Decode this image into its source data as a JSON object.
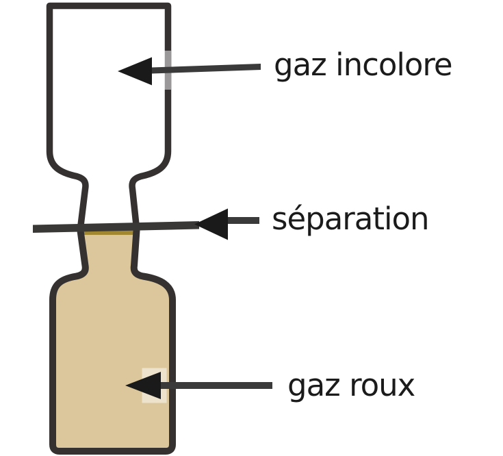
{
  "diagram": {
    "labels": {
      "upper_gas": "gaz incolore",
      "separation": "séparation",
      "lower_gas": "gaz roux"
    },
    "colors": {
      "background": "#ffffff",
      "outline": "#343130",
      "upper_flask_fill": "#ffffff",
      "lower_flask_fill": "#dbc79b",
      "gas_boundary_gold": "#a1872f",
      "separation_plate": "#3a3836",
      "arrow_head": "#1a1a1a",
      "arrow_line": "#3a3a3a",
      "label_text": "#1b1b1b"
    }
  }
}
